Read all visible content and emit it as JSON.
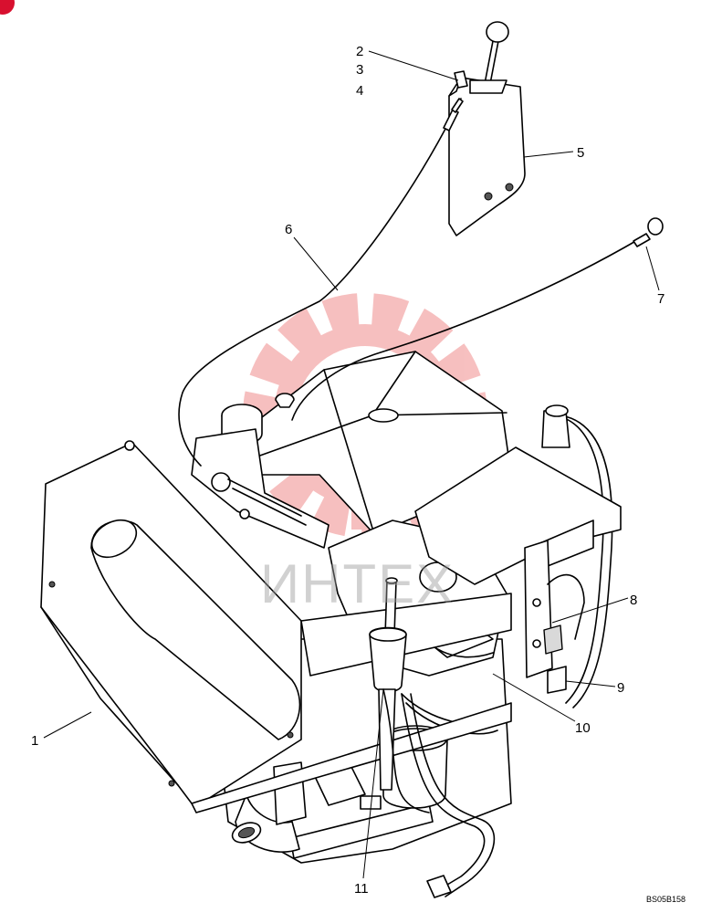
{
  "diagram": {
    "drawing_code": "BS05B158",
    "watermark_text": "ИНТЕХ",
    "callouts": [
      {
        "id": "c1",
        "label": "1"
      },
      {
        "id": "c2",
        "label": "2"
      },
      {
        "id": "c3",
        "label": "3"
      },
      {
        "id": "c4",
        "label": "4"
      },
      {
        "id": "c5",
        "label": "5"
      },
      {
        "id": "c6",
        "label": "6"
      },
      {
        "id": "c7",
        "label": "7"
      },
      {
        "id": "c8",
        "label": "8"
      },
      {
        "id": "c9",
        "label": "9"
      },
      {
        "id": "c10",
        "label": "10"
      },
      {
        "id": "c11",
        "label": "11"
      }
    ]
  },
  "colors": {
    "line": "#000000",
    "watermark": "#e84a4a",
    "corner_badge": "#d8102f"
  }
}
